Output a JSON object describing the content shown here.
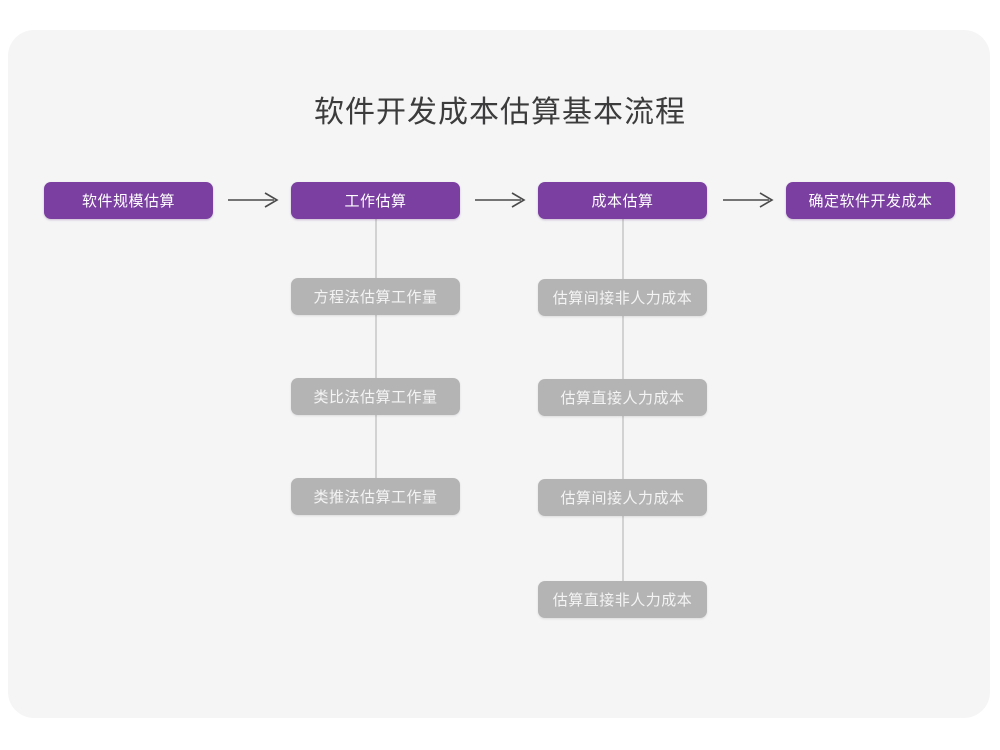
{
  "chart_data": {
    "type": "diagram",
    "title": "软件开发成本估算基本流程",
    "stages": [
      {
        "label": "软件规模估算",
        "substeps": []
      },
      {
        "label": "工作估算",
        "substeps": [
          "方程法估算工作量",
          "类比法估算工作量",
          "类推法估算工作量"
        ]
      },
      {
        "label": "成本估算",
        "substeps": [
          "估算间接非人力成本",
          "估算直接人力成本",
          "估算间接人力成本",
          "估算直接非人力成本"
        ]
      },
      {
        "label": "确定软件开发成本",
        "substeps": []
      }
    ],
    "connectors": [
      "arrow-right",
      "arrow-right",
      "arrow-right"
    ],
    "colors": {
      "primary_node": "#7a3fa0",
      "secondary_node": "#b4b4b4",
      "card_background": "#f5f5f6",
      "page_background": "#ffffff",
      "title_text": "#3c3c3c",
      "connector_line": "#d2d2d2",
      "arrow": "#4a4a4a"
    }
  },
  "diagram": {
    "title": "软件开发成本估算基本流程",
    "stages": [
      {
        "label": "软件规模估算"
      },
      {
        "label": "工作估算"
      },
      {
        "label": "成本估算"
      },
      {
        "label": "确定软件开发成本"
      }
    ],
    "effort_substeps": [
      {
        "label": "方程法估算工作量"
      },
      {
        "label": "类比法估算工作量"
      },
      {
        "label": "类推法估算工作量"
      }
    ],
    "cost_substeps": [
      {
        "label": "估算间接非人力成本"
      },
      {
        "label": "估算直接人力成本"
      },
      {
        "label": "估算间接人力成本"
      },
      {
        "label": "估算直接非人力成本"
      }
    ],
    "arrows": [
      {
        "icon": "arrow-right-icon"
      },
      {
        "icon": "arrow-right-icon"
      },
      {
        "icon": "arrow-right-icon"
      }
    ]
  }
}
